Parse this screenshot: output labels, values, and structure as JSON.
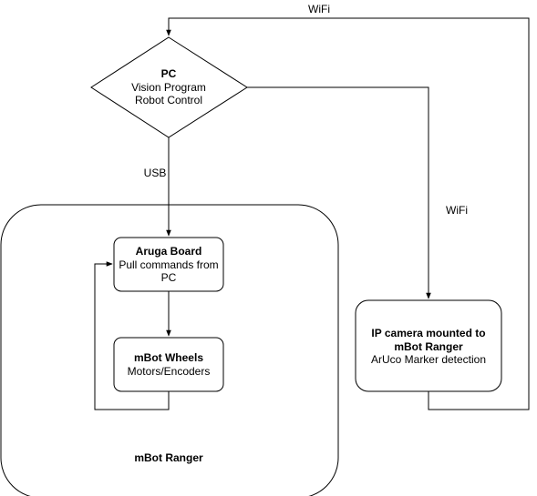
{
  "edges": {
    "top_wifi": "WiFi",
    "side_wifi": "WiFi",
    "usb": "USB"
  },
  "pc": {
    "title": "PC",
    "line1": "Vision Program",
    "line2": "Robot Control"
  },
  "ranger": {
    "label": "mBot Ranger"
  },
  "aruga": {
    "title": "Aruga Board",
    "line1": "Pull commands from",
    "line2": "PC"
  },
  "wheels": {
    "title": "mBot Wheels",
    "line1": "Motors/Encoders"
  },
  "camera": {
    "title1": "IP camera mounted to",
    "title2": "mBot Ranger",
    "line1": "ArUco Marker detection"
  }
}
